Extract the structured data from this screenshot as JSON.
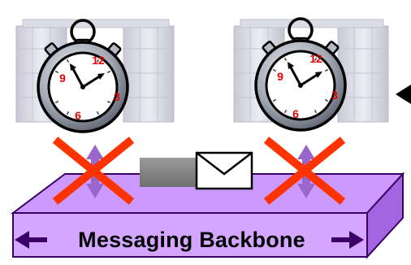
{
  "backbone": {
    "label": "Messaging Backbone",
    "top_color": "#cc99ff",
    "front_color": "#d4a6ff",
    "side_color": "#a366e0",
    "border_color": "#3a0066"
  },
  "nodes": [
    {
      "name": "left-node",
      "clock_numbers": [
        "12",
        "3",
        "6",
        "9"
      ],
      "clock_number_color": "#e60000",
      "connection_blocked": true
    },
    {
      "name": "right-node",
      "clock_numbers": [
        "12",
        "3",
        "6",
        "9"
      ],
      "clock_number_color": "#e60000",
      "connection_blocked": true
    }
  ],
  "colors": {
    "cross": "#ff3300",
    "connection_arrow": "#9966cc",
    "server": "#d9d9e3",
    "message_tail": "#808080",
    "clock_body": "#9aa0ad"
  },
  "icons": [
    "stopwatch-icon",
    "envelope-icon",
    "server-stack-icon",
    "cross-icon",
    "pointer-arrow-icon"
  ]
}
